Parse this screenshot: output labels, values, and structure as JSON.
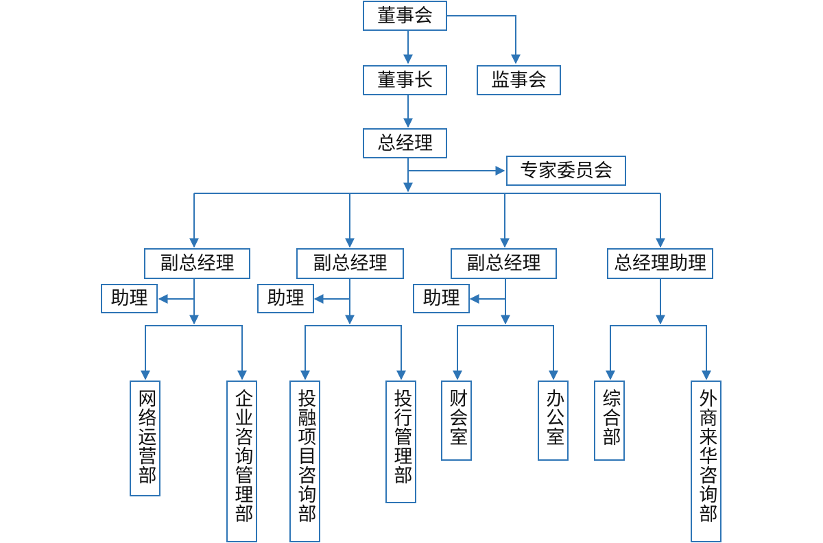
{
  "colors": {
    "line": "#2e75b6",
    "box_border": "#2e75b6",
    "text": "#111111"
  },
  "board": "董事会",
  "chairman": "董事长",
  "supervisors": "监事会",
  "general_manager": "总经理",
  "expert_committee": "专家委员会",
  "branches": [
    {
      "head": "副总经理",
      "assistant": "助理",
      "departments": [
        "网络运营部",
        "企业咨询管理部"
      ]
    },
    {
      "head": "副总经理",
      "assistant": "助理",
      "departments": [
        "投融项目咨询部",
        "投行管理部"
      ]
    },
    {
      "head": "副总经理",
      "assistant": "助理",
      "departments": [
        "财会室",
        "办公室"
      ]
    },
    {
      "head": "总经理助理",
      "departments": [
        "综合部",
        "外商来华咨询部"
      ]
    }
  ]
}
